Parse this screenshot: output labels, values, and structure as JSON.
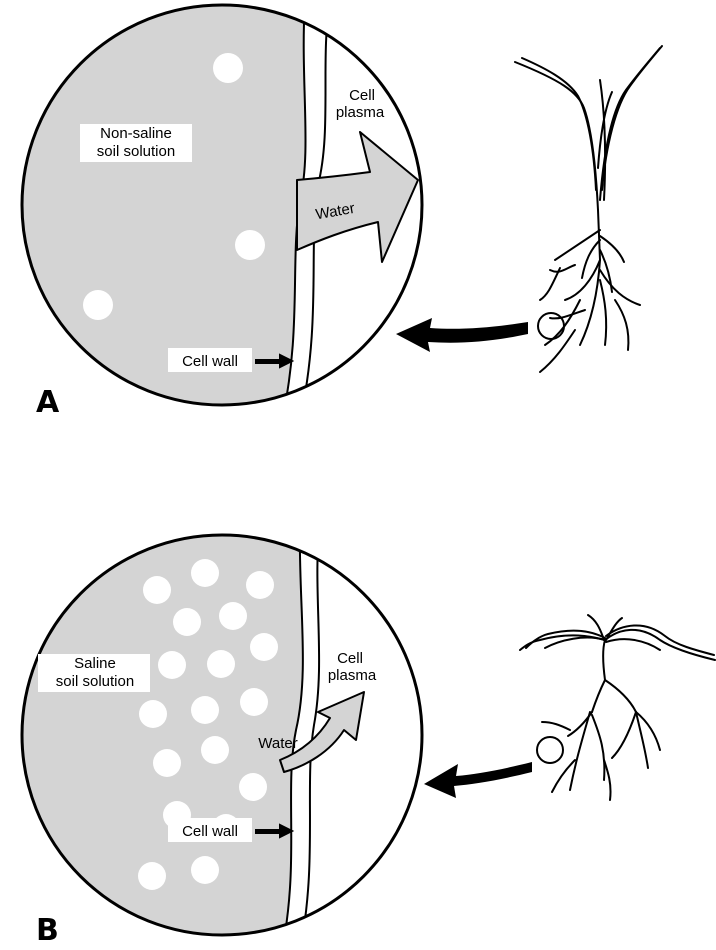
{
  "panels": [
    {
      "letter": "A",
      "soil_label_1": "Non-saline",
      "soil_label_2": "soil solution",
      "plasma_label_1": "Cell",
      "plasma_label_2": "plasma",
      "water_label": "Water",
      "wall_label": "Cell wall"
    },
    {
      "letter": "B",
      "soil_label_1": "Saline",
      "soil_label_2": "soil solution",
      "plasma_label_1": "Cell",
      "plasma_label_2": "plasma",
      "water_label": "Water",
      "wall_label": "Cell wall"
    }
  ],
  "colors": {
    "soil_solution": "#d4d4d4",
    "salt_particle": "#ffffff",
    "line": "#000000"
  }
}
